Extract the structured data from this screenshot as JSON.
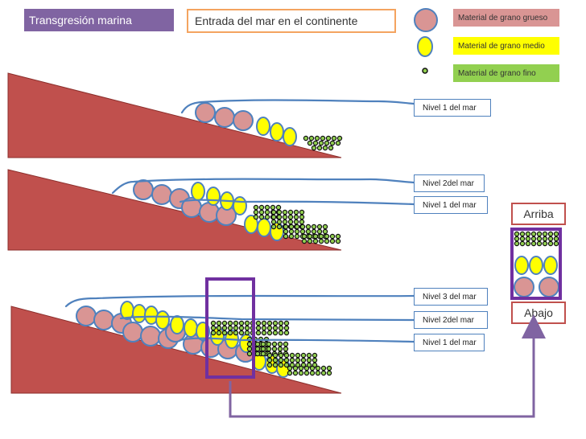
{
  "header": {
    "title": "Transgresión marina",
    "subtitle": "Entrada del mar en el continente"
  },
  "legend": {
    "coarse": "Material de grano grueso",
    "medium": "Material de grano medio",
    "fine": "Material de grano fino"
  },
  "levels": {
    "d1_nivel1": "Nivel 1 del mar",
    "d2_nivel2": "Nivel 2del mar",
    "d2_nivel1": "Nivel 1 del mar",
    "d3_nivel3": "Nivel 3 del mar",
    "d3_nivel2": "Nivel 2del mar",
    "d3_nivel1": "Nivel 1 del mar"
  },
  "column": {
    "top_label": "Arriba",
    "bottom_label": "Abajo"
  },
  "colors": {
    "slope": "#c0504d",
    "slope_border": "#8b2e2b",
    "coarse": "#d99594",
    "medium": "#ffff00",
    "fine": "#92d050",
    "sea": "#4f81bd",
    "frame": "#7030a0",
    "arrow": "#8064a2"
  }
}
